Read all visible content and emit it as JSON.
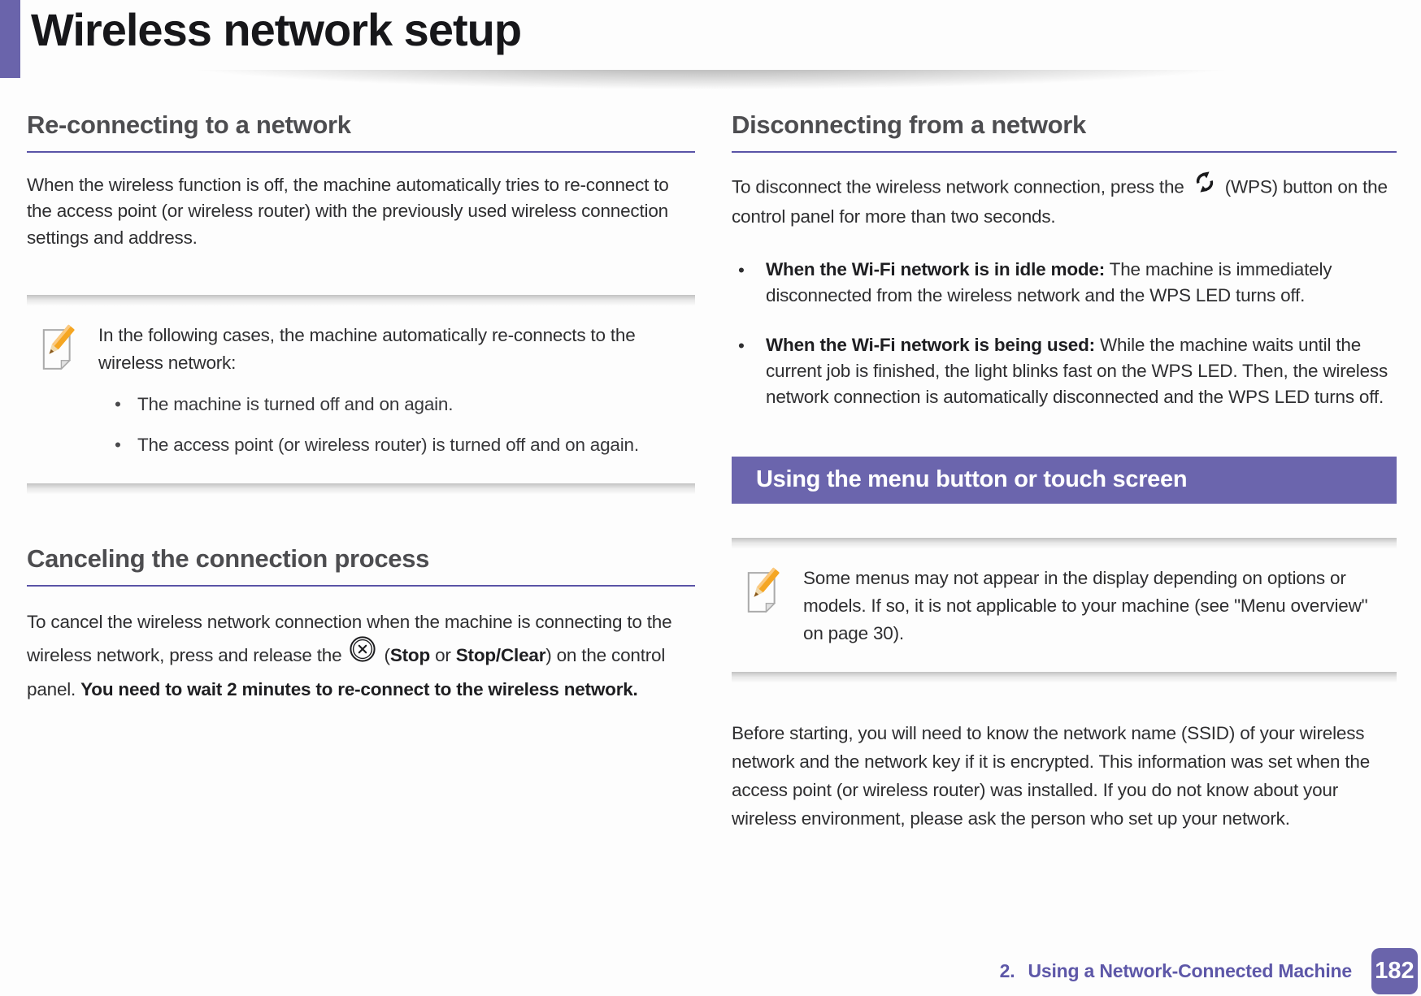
{
  "accent_color": "#6A64AB",
  "title": "Wireless network setup",
  "left": {
    "reconnect": {
      "heading": "Re-connecting to a network",
      "body": "When the wireless function is off, the machine automatically tries to re-connect to the access point (or wireless router) with the previously used wireless connection settings and address."
    },
    "note": {
      "intro": "In the following cases, the machine automatically re-connects to the wireless network:",
      "bullets": [
        "The machine is turned off and on again.",
        "The access point (or wireless router) is turned off and on again."
      ]
    },
    "cancel": {
      "heading": "Canceling the connection process",
      "seg1": "To cancel the wireless network connection when the machine is connecting to the wireless network, press and release the ",
      "seg2": " (",
      "stop": "Stop",
      "seg3": " or ",
      "stop_clear": "Stop/Clear",
      "seg4": ") on the control panel. ",
      "bold_tail": "You need to wait 2 minutes to re-connect to the wireless network."
    }
  },
  "right": {
    "disconnect": {
      "heading": "Disconnecting from a network",
      "seg1": "To disconnect the wireless network connection, press the ",
      "seg2": " (WPS) button on the control panel for more than two seconds.",
      "bullet1_bold": "When the Wi-Fi network is in idle mode:",
      "bullet1_text": " The machine is immediately disconnected from the wireless network and the WPS LED turns off.",
      "bullet2_bold": "When the Wi-Fi network is being used:",
      "bullet2_text": " While the machine waits until the current job is finished, the light blinks fast on the WPS LED. Then, the wireless network connection is automatically disconnected and the WPS LED turns off."
    },
    "banner": "Using the menu button or touch screen",
    "note": "Some menus may not appear in the display depending on options or models. If so, it is not applicable to your machine (see \"Menu overview\" on page 30).",
    "closing": "Before starting, you will need to know the network name (SSID) of your wireless network and the network key if it is encrypted. This information was set when the access point (or wireless router) was installed. If you do not know about your wireless environment, please ask the person who set up your network."
  },
  "footer": {
    "chapter_number": "2.",
    "chapter_title": "Using a Network-Connected Machine",
    "page_number": "182"
  },
  "icons": {
    "note_icon": "note-pencil-icon",
    "stop_icon": "stop-button-icon",
    "wps_icon": "wps-button-icon"
  }
}
